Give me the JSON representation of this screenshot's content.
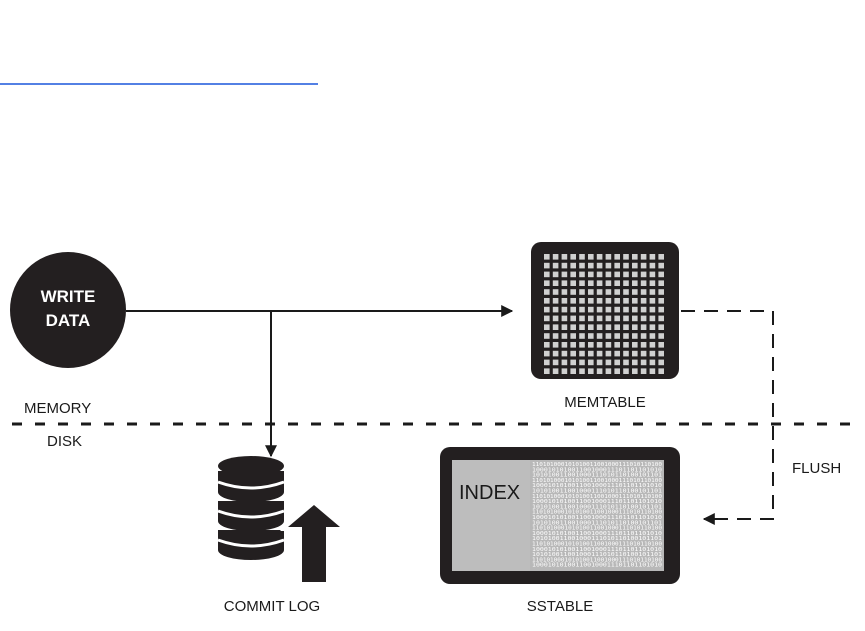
{
  "diagram": {
    "write_data": [
      "WRITE",
      "DATA"
    ],
    "memtable_label": "MEMTABLE",
    "commit_log_label": "COMMIT LOG",
    "sstable_label": "SSTABLE",
    "index_label": "INDEX",
    "flush_label": "FLUSH",
    "memory_label": "MEMORY",
    "disk_label": "DISK",
    "sstable_bits": [
      "110101000101010011001000111010110100",
      "100010101001100100011101101101010",
      "101010011001000111010110100101101",
      "110101000101010011001000111010110100",
      "100010101001100100011101101101010",
      "101010011001000111010110100101101",
      "110101000101010011001000111010110100",
      "100010101001100100011101101101010",
      "101010011001000111010110100101101",
      "110101000101010011001000111010110100",
      "100010101001100100011101101101010",
      "101010011001000111010110100101101",
      "110101000101010011001000111010110100",
      "100010101001100100011101101101010",
      "101010011001000111010110100101101",
      "110101000101010011001000111010110100",
      "100010101001100100011101101101010",
      "101010011001000111010110100101101",
      "110101000101010011001000111010110100",
      "100010101001100100011101101101010"
    ]
  }
}
